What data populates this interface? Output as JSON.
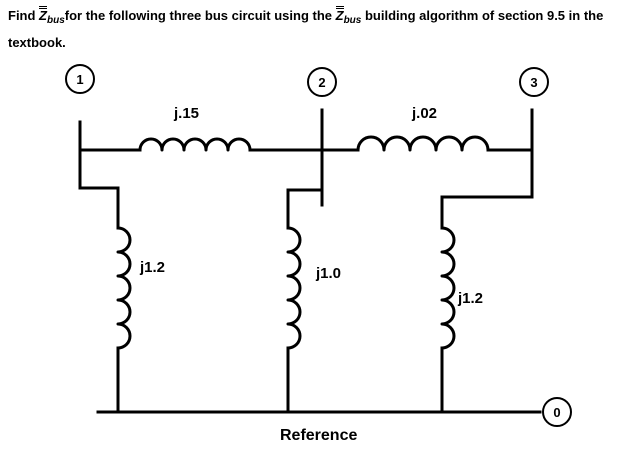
{
  "question": {
    "prefix": "Find ",
    "z_letter": "Z",
    "z_sub": "bus",
    "middle": "for the following three bus circuit using the ",
    "suffix": " building algorithm of section 9.5 in the textbook."
  },
  "nodes": [
    {
      "label": "1"
    },
    {
      "label": "2"
    },
    {
      "label": "3"
    },
    {
      "label": "0"
    }
  ],
  "impedances": {
    "line_12": "j.15",
    "line_23": "j.02",
    "shunt_1": "j1.2",
    "shunt_2": "j1.0",
    "shunt_3": "j1.2"
  },
  "reference_label": "Reference"
}
